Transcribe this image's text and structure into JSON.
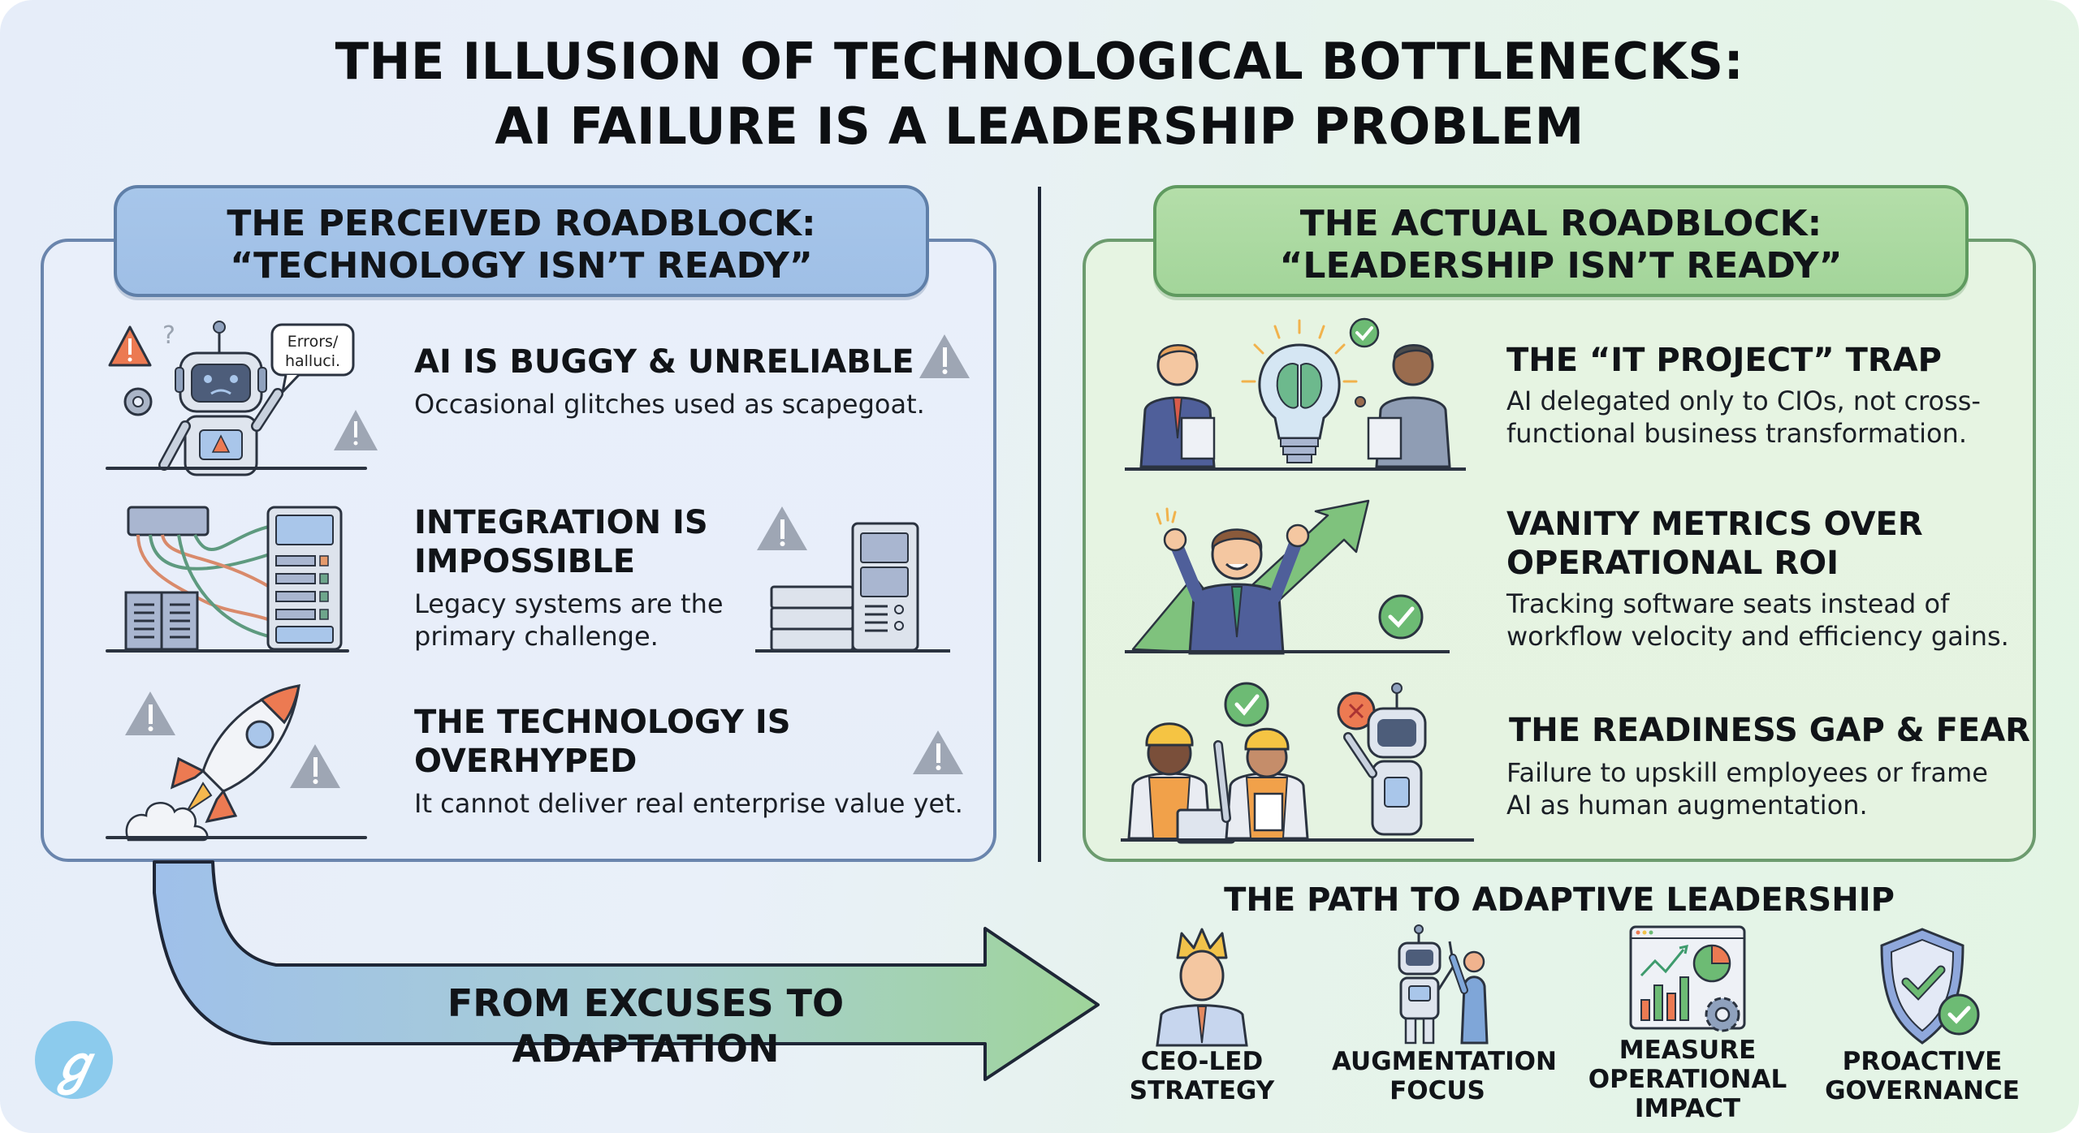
{
  "title": {
    "line1": "THE ILLUSION OF TECHNOLOGICAL BOTTLENECKS:",
    "line2": "AI FAILURE IS A LEADERSHIP PROBLEM"
  },
  "colors": {
    "left_accent": "#a7c6ea",
    "left_border": "#6a85ad",
    "right_accent": "#b4dea9",
    "right_border": "#6c9b6e",
    "warning_orange": "#ec7a52",
    "warning_gray": "#9ea6b4",
    "check_green": "#6dbb74",
    "logo_blue": "#8ccbed"
  },
  "left_panel": {
    "header_line1": "THE PERCEIVED ROADBLOCK:",
    "header_line2": "“TECHNOLOGY ISN’T READY”",
    "items": [
      {
        "icon": "sad-robot-icon",
        "speech_bubble_line1": "Errors/",
        "speech_bubble_line2": "halluci.",
        "title_line1": "AI IS BUGGY & UNRELIABLE",
        "title_line2": "",
        "desc_line1": "Occasional glitches used as scapegoat.",
        "desc_line2": ""
      },
      {
        "icon": "legacy-servers-icon",
        "title_line1": "INTEGRATION IS",
        "title_line2": "IMPOSSIBLE",
        "desc_line1": "Legacy systems are the",
        "desc_line2": "primary challenge."
      },
      {
        "icon": "rocket-icon",
        "title_line1": "THE TECHNOLOGY IS",
        "title_line2": "OVERHYPED",
        "desc_line1": "It cannot deliver real enterprise value yet.",
        "desc_line2": ""
      }
    ]
  },
  "right_panel": {
    "header_line1": "THE ACTUAL ROADBLOCK:",
    "header_line2": "“LEADERSHIP ISN’T READY”",
    "items": [
      {
        "icon": "executives-lightbulb-icon",
        "title_line1": "THE “IT PROJECT” TRAP",
        "title_line2": "",
        "desc_line1": "AI delegated only to CIOs, not cross-",
        "desc_line2": "functional business transformation."
      },
      {
        "icon": "celebrating-manager-chart-icon",
        "title_line1": "VANITY METRICS OVER",
        "title_line2": "OPERATIONAL ROI",
        "desc_line1": "Tracking software seats instead of",
        "desc_line2": "workflow velocity and efficiency gains."
      },
      {
        "icon": "workers-and-robot-icon",
        "title_line1": "THE READINESS GAP & FEAR",
        "title_line2": "",
        "desc_line1": "Failure to upskill employees or frame",
        "desc_line2": "AI as human augmentation."
      }
    ]
  },
  "transition": {
    "arrow_label": "FROM EXCUSES TO ADAPTATION"
  },
  "path": {
    "title": "THE PATH TO ADAPTIVE LEADERSHIP",
    "items": [
      {
        "icon": "crowned-ceo-icon",
        "label_line1": "CEO-LED",
        "label_line2": "STRATEGY",
        "label_line3": ""
      },
      {
        "icon": "robot-human-collaboration-icon",
        "label_line1": "AUGMENTATION",
        "label_line2": "FOCUS",
        "label_line3": ""
      },
      {
        "icon": "analytics-dashboard-icon",
        "label_line1": "MEASURE",
        "label_line2": "OPERATIONAL",
        "label_line3": "IMPACT"
      },
      {
        "icon": "shield-check-icon",
        "label_line1": "PROACTIVE",
        "label_line2": "GOVERNANCE",
        "label_line3": ""
      }
    ]
  },
  "logo": {
    "glyph": "ℊ"
  }
}
